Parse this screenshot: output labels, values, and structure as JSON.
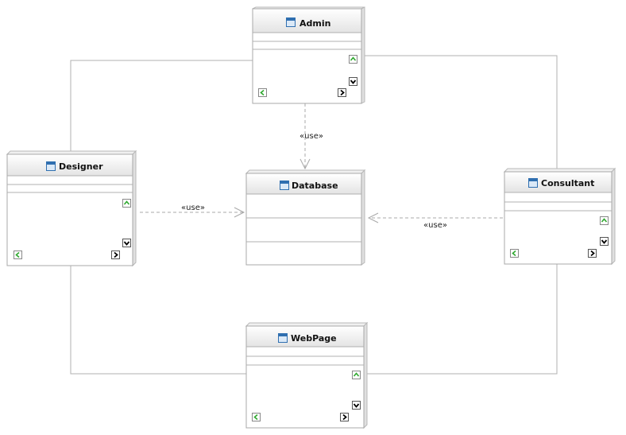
{
  "diagram": {
    "nodes": {
      "admin": {
        "title": "Admin"
      },
      "designer": {
        "title": "Designer"
      },
      "database": {
        "title": "Database"
      },
      "consultant": {
        "title": "Consultant"
      },
      "webpage": {
        "title": "WebPage"
      }
    },
    "dependencies": [
      {
        "from": "Admin",
        "to": "Database",
        "label": "«use»"
      },
      {
        "from": "Designer",
        "to": "Database",
        "label": "«use»"
      },
      {
        "from": "Consultant",
        "to": "Database",
        "label": "«use»"
      }
    ],
    "associations": [
      {
        "from": "Designer",
        "to": "Admin"
      },
      {
        "from": "Admin",
        "to": "Consultant"
      },
      {
        "from": "Designer",
        "to": "WebPage"
      },
      {
        "from": "Consultant",
        "to": "WebPage"
      }
    ],
    "colors": {
      "line": "#a8a8a8",
      "box": "#ffffff",
      "header_top": "#ffffff",
      "header_bottom": "#e3e3e3",
      "icon": "#2f6fb0",
      "scroll_up": "#3aa83a"
    }
  }
}
